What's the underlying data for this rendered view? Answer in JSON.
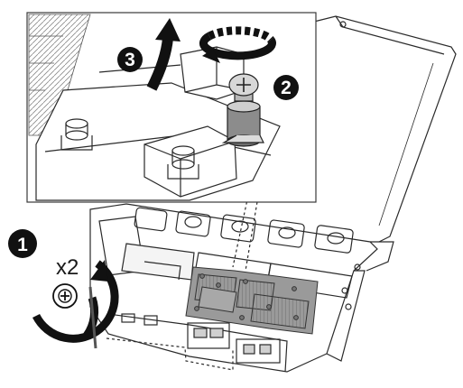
{
  "diagram": {
    "steps": [
      {
        "number": "1",
        "caption": "x2"
      },
      {
        "number": "2"
      },
      {
        "number": "3"
      }
    ],
    "colors": {
      "line": "#2a2a2a",
      "heatsink_gray": "#9a9a9a",
      "callout_black": "#111111",
      "panel_bg": "#ffffff"
    },
    "icons": [
      "screwdriver-rotate-ccw-icon",
      "thumbscrew-icon",
      "lift-arrow-icon",
      "loosen-arrow-icon"
    ]
  }
}
